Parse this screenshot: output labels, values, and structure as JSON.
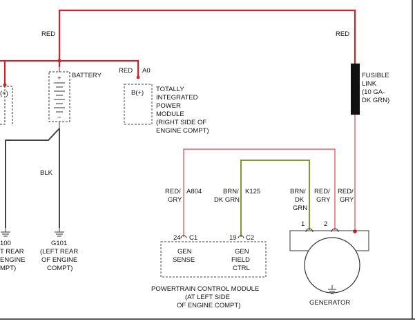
{
  "colors": {
    "red": "#d0202a",
    "pink_wire": "#e06068",
    "green": "#6b8f1e",
    "black": "#222222",
    "gray_wire": "#444444",
    "dash": "#555555"
  },
  "labels": {
    "top_red_left": "RED",
    "top_red_right": "RED",
    "battery": "BATTERY",
    "battery_plus": "+",
    "battery_minus": "−",
    "tipm_wire_color": "RED",
    "tipm_wire_circuit": "A0",
    "tipm_pin": "B(+)",
    "tipm_name": [
      "TOTALLY",
      "INTEGRATED",
      "POWER",
      "MODULE",
      "(RIGHT SIDE OF",
      "ENGINE COMPT)"
    ],
    "left_module_pin": "(+)",
    "blk": "BLK",
    "g101": [
      "G101",
      "(LEFT REAR",
      "OF ENGINE",
      "COMPT)"
    ],
    "g100_partial": [
      "100",
      "T REAR",
      "ENGINE",
      "MPT)"
    ],
    "fusible_link": [
      "FUSIBLE",
      "LINK",
      "(10 GA-",
      "DK GRN)"
    ],
    "wire_a804_color": [
      "RED/",
      "GRY"
    ],
    "wire_a804_circuit": "A804",
    "wire_k125_color": [
      "BRN/",
      "DK GRN"
    ],
    "wire_k125_circuit": "K125",
    "gen_wire_brn": [
      "BRN/",
      "DK",
      "GRN"
    ],
    "gen_wire_redgry": [
      "RED/",
      "GRY"
    ],
    "gen_wire_redgry_right": [
      "RED/",
      "GRY"
    ],
    "pin_24": "24",
    "conn_c1": "C1",
    "pin_19": "19",
    "conn_c2": "C2",
    "gen_sense": [
      "GEN",
      "SENSE"
    ],
    "gen_field": [
      "GEN",
      "FIELD",
      "CTRL"
    ],
    "pcm_name": [
      "POWERTRAIN CONTROL MODULE",
      "(AT LEFT SIDE",
      "OF ENGINE COMPT)"
    ],
    "gen_pin_1": "1",
    "gen_pin_2": "2",
    "generator": "GENERATOR"
  }
}
